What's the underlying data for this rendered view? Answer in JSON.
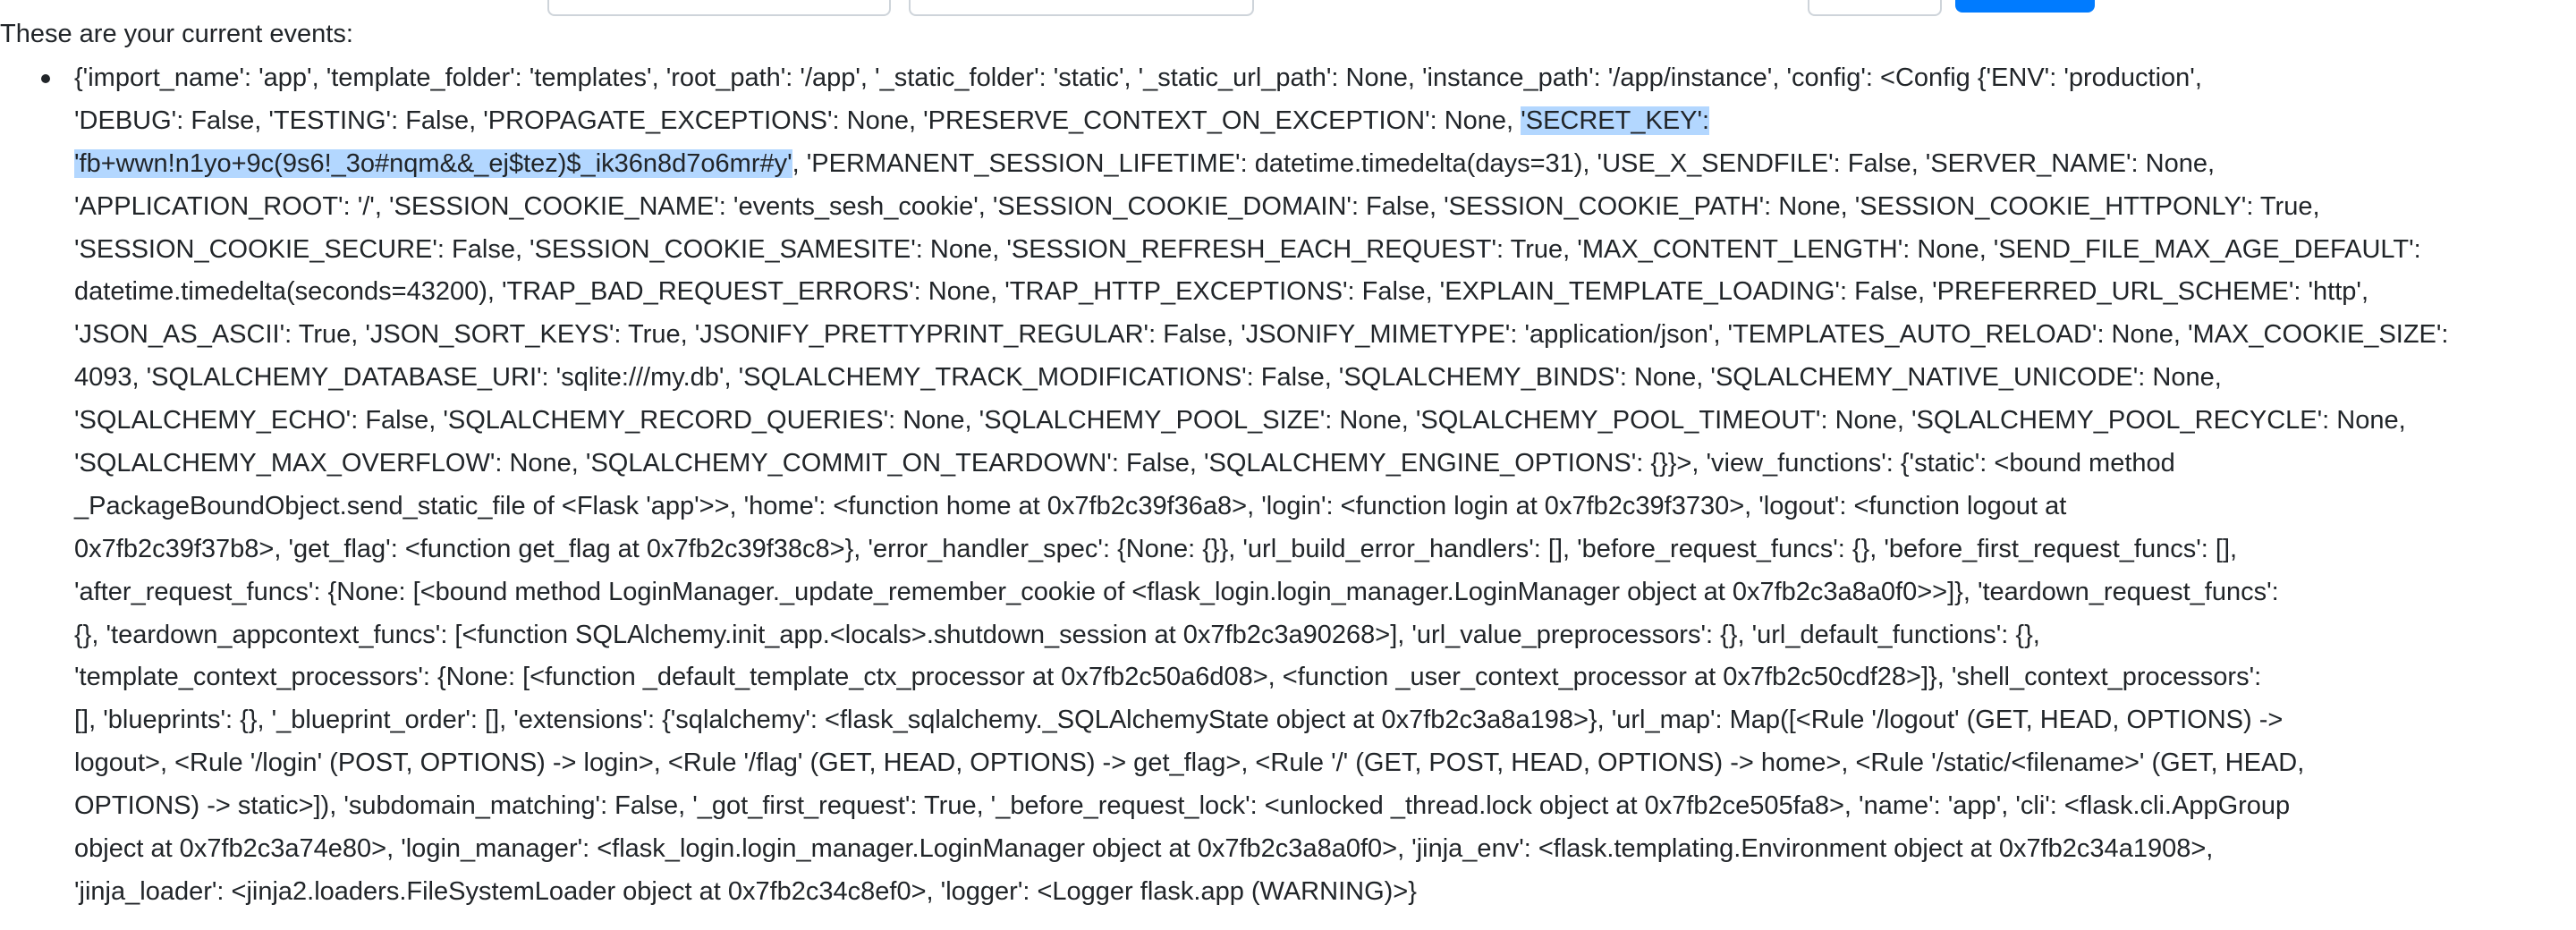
{
  "heading": "These are your current events:",
  "events": [
    {
      "lines": [
        [
          {
            "text": "{'import_name': 'app', 'template_folder': 'templates', 'root_path': '/app', '_static_folder': 'static', '_static_url_path': None, 'instance_path': '/app/instance', 'config': <Config {'ENV': 'production',",
            "selected": false
          }
        ],
        [
          {
            "text": "'DEBUG': False, 'TESTING': False, 'PROPAGATE_EXCEPTIONS': None, 'PRESERVE_CONTEXT_ON_EXCEPTION': None, ",
            "selected": false
          },
          {
            "text": "'SECRET_KEY':",
            "selected": true
          }
        ],
        [
          {
            "text": "'fb+wwn!n1yo+9c(9s6!_3o#nqm&&_ej$tez)$_ik36n8d7o6mr#y'",
            "selected": true
          },
          {
            "text": ", 'PERMANENT_SESSION_LIFETIME': datetime.timedelta(days=31), 'USE_X_SENDFILE': False, 'SERVER_NAME': None,",
            "selected": false
          }
        ],
        [
          {
            "text": "'APPLICATION_ROOT': '/', 'SESSION_COOKIE_NAME': 'events_sesh_cookie', 'SESSION_COOKIE_DOMAIN': False, 'SESSION_COOKIE_PATH': None, 'SESSION_COOKIE_HTTPONLY': True,",
            "selected": false
          }
        ],
        [
          {
            "text": "'SESSION_COOKIE_SECURE': False, 'SESSION_COOKIE_SAMESITE': None, 'SESSION_REFRESH_EACH_REQUEST': True, 'MAX_CONTENT_LENGTH': None, 'SEND_FILE_MAX_AGE_DEFAULT':",
            "selected": false
          }
        ],
        [
          {
            "text": "datetime.timedelta(seconds=43200), 'TRAP_BAD_REQUEST_ERRORS': None, 'TRAP_HTTP_EXCEPTIONS': False, 'EXPLAIN_TEMPLATE_LOADING': False, 'PREFERRED_URL_SCHEME': 'http',",
            "selected": false
          }
        ],
        [
          {
            "text": "'JSON_AS_ASCII': True, 'JSON_SORT_KEYS': True, 'JSONIFY_PRETTYPRINT_REGULAR': False, 'JSONIFY_MIMETYPE': 'application/json', 'TEMPLATES_AUTO_RELOAD': None, 'MAX_COOKIE_SIZE':",
            "selected": false
          }
        ],
        [
          {
            "text": "4093, 'SQLALCHEMY_DATABASE_URI': 'sqlite:///my.db', 'SQLALCHEMY_TRACK_MODIFICATIONS': False, 'SQLALCHEMY_BINDS': None, 'SQLALCHEMY_NATIVE_UNICODE': None,",
            "selected": false
          }
        ],
        [
          {
            "text": "'SQLALCHEMY_ECHO': False, 'SQLALCHEMY_RECORD_QUERIES': None, 'SQLALCHEMY_POOL_SIZE': None, 'SQLALCHEMY_POOL_TIMEOUT': None, 'SQLALCHEMY_POOL_RECYCLE': None,",
            "selected": false
          }
        ],
        [
          {
            "text": "'SQLALCHEMY_MAX_OVERFLOW': None, 'SQLALCHEMY_COMMIT_ON_TEARDOWN': False, 'SQLALCHEMY_ENGINE_OPTIONS': {}}>, 'view_functions': {'static': <bound method",
            "selected": false
          }
        ],
        [
          {
            "text": "_PackageBoundObject.send_static_file of <Flask 'app'>>, 'home': <function home at 0x7fb2c39f36a8>, 'login': <function login at 0x7fb2c39f3730>, 'logout': <function logout at",
            "selected": false
          }
        ],
        [
          {
            "text": "0x7fb2c39f37b8>, 'get_flag': <function get_flag at 0x7fb2c39f38c8>}, 'error_handler_spec': {None: {}}, 'url_build_error_handlers': [], 'before_request_funcs': {}, 'before_first_request_funcs': [],",
            "selected": false
          }
        ],
        [
          {
            "text": "'after_request_funcs': {None: [<bound method LoginManager._update_remember_cookie of <flask_login.login_manager.LoginManager object at 0x7fb2c3a8a0f0>>]}, 'teardown_request_funcs':",
            "selected": false
          }
        ],
        [
          {
            "text": "{}, 'teardown_appcontext_funcs': [<function SQLAlchemy.init_app.<locals>.shutdown_session at 0x7fb2c3a90268>], 'url_value_preprocessors': {}, 'url_default_functions': {},",
            "selected": false
          }
        ],
        [
          {
            "text": "'template_context_processors': {None: [<function _default_template_ctx_processor at 0x7fb2c50a6d08>, <function _user_context_processor at 0x7fb2c50cdf28>]}, 'shell_context_processors':",
            "selected": false
          }
        ],
        [
          {
            "text": "[], 'blueprints': {}, '_blueprint_order': [], 'extensions': {'sqlalchemy': <flask_sqlalchemy._SQLAlchemyState object at 0x7fb2c3a8a198>}, 'url_map': Map([<Rule '/logout' (GET, HEAD, OPTIONS) ->",
            "selected": false
          }
        ],
        [
          {
            "text": "logout>, <Rule '/login' (POST, OPTIONS) -> login>, <Rule '/flag' (GET, HEAD, OPTIONS) -> get_flag>, <Rule '/' (GET, POST, HEAD, OPTIONS) -> home>, <Rule '/static/<filename>' (GET, HEAD,",
            "selected": false
          }
        ],
        [
          {
            "text": "OPTIONS) -> static>]), 'subdomain_matching': False, '_got_first_request': True, '_before_request_lock': <unlocked _thread.lock object at 0x7fb2ce505fa8>, 'name': 'app', 'cli': <flask.cli.AppGroup",
            "selected": false
          }
        ],
        [
          {
            "text": "object at 0x7fb2c3a74e80>, 'login_manager': <flask_login.login_manager.LoginManager object at 0x7fb2c3a8a0f0>, 'jinja_env': <flask.templating.Environment object at 0x7fb2c34a1908>,",
            "selected": false
          }
        ],
        [
          {
            "text": "'jinja_loader': <jinja2.loaders.FileSystemLoader object at 0x7fb2c34c8ef0>, 'logger': <Logger flask.app (WARNING)>}",
            "selected": false
          }
        ]
      ]
    }
  ],
  "colors": {
    "selection": "#b3d7ff",
    "primary_button": "#007bff"
  }
}
